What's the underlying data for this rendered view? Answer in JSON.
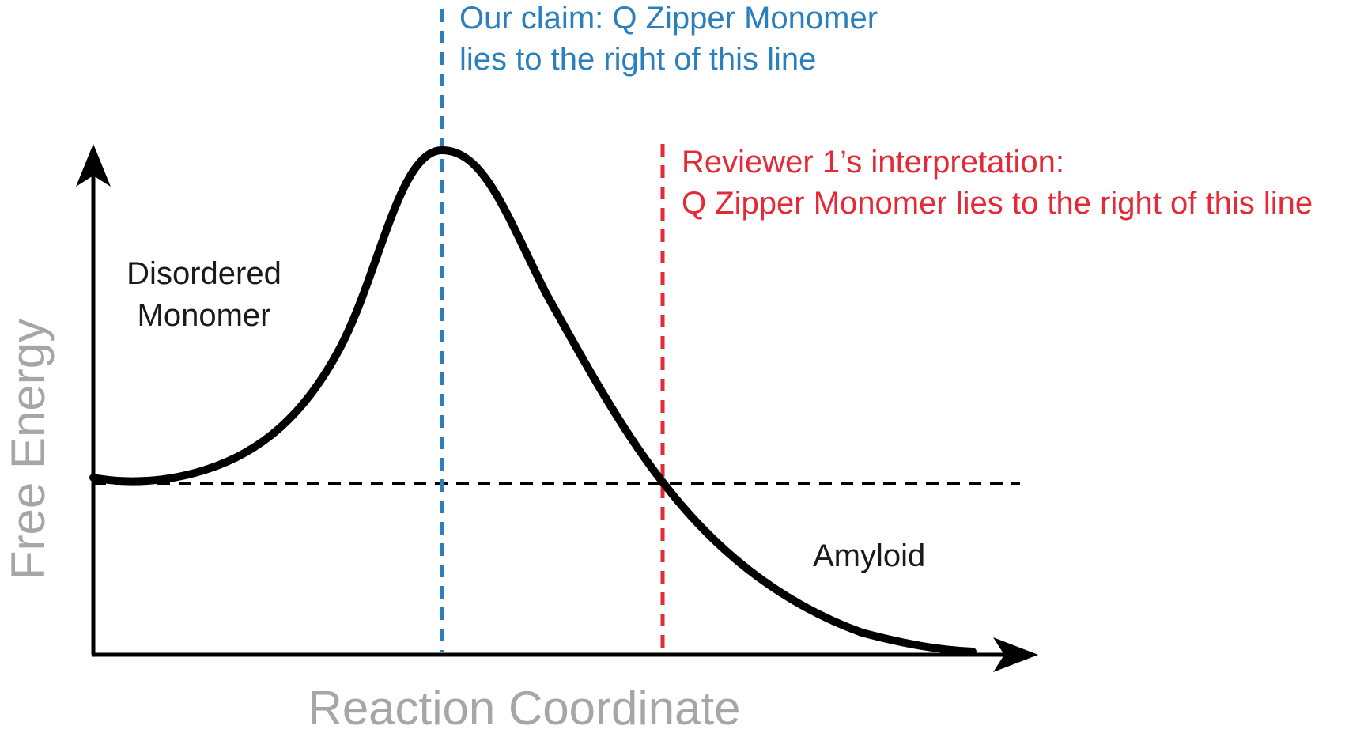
{
  "diagram": {
    "axes": {
      "x_label": "Reaction Coordinate",
      "y_label": "Free Energy",
      "axis_color": "#000000",
      "label_color": "#a6a6a6"
    },
    "states": {
      "start": "Disordered Monomer",
      "start_line1": "Disordered",
      "start_line2": "Monomer",
      "end": "Amyloid"
    },
    "annotations": {
      "our_claim": {
        "line1": "Our claim: Q Zipper Monomer",
        "line2": "lies to the right of this line",
        "color": "#2a7fbd"
      },
      "reviewer": {
        "line1": "Reviewer 1’s interpretation:",
        "line2": "Q Zipper Monomer lies to the right of this line",
        "color": "#e32a36"
      }
    },
    "reference_line": {
      "style": "dashed",
      "color": "#000000"
    },
    "curve_color": "#000000"
  }
}
